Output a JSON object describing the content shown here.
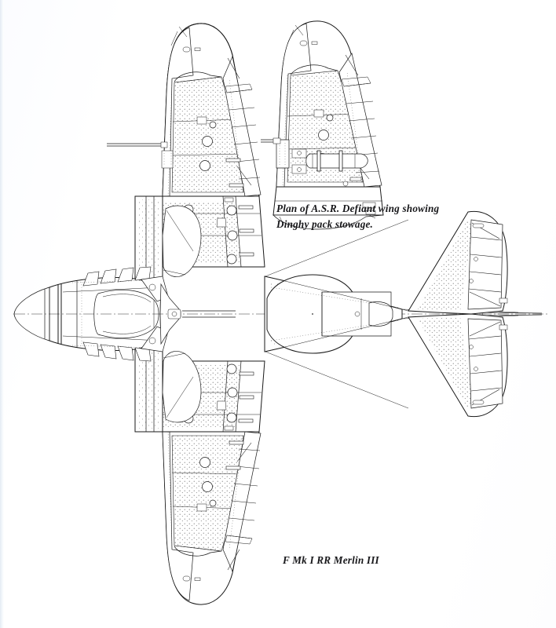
{
  "document": {
    "type": "technical-line-drawing",
    "subject": "Boulton Paul Defiant plan view",
    "background_color": "#ffffff",
    "ink_color": "#1a1a1a"
  },
  "captions": {
    "inset": "Plan of A.S.R. Defiant wing showing\nDinghy pack stowage.",
    "main": "F Mk I RR Merlin III"
  },
  "figures": [
    {
      "name": "main-plan-view",
      "label": "F Mk I RR Merlin III",
      "description": "Full plan view of Defiant fighter, nose at left, tailplane at right"
    },
    {
      "name": "inset-wing-plan",
      "label": "Plan of A.S.R. Defiant wing showing Dinghy pack stowage.",
      "description": "Detached starboard wing panel showing stowed dinghy pack"
    }
  ],
  "annotations": {
    "dinghy_pack": "dinghy-pack-stowage",
    "pitot": "pitot-tube",
    "turret": "gun-turret-ring",
    "spinner": "propeller-spinner",
    "exhaust": "exhaust-stacks"
  }
}
